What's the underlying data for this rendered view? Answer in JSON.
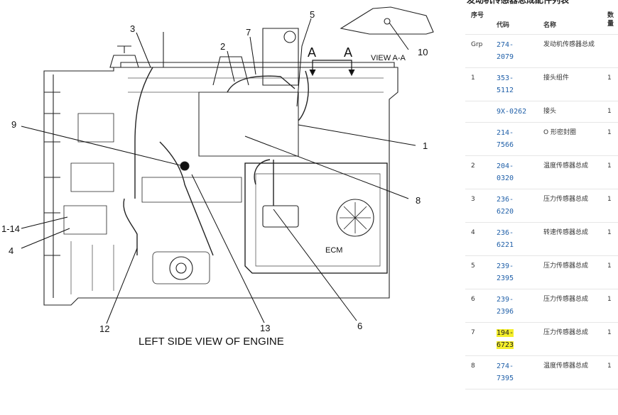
{
  "diagram": {
    "caption": "LEFT SIDE VIEW OF ENGINE",
    "view_label": "VIEW  A-A",
    "section_letter": "A",
    "ecm_label": "ECM",
    "callouts": [
      "1",
      "2",
      "3",
      "4",
      "5",
      "6",
      "7",
      "8",
      "9",
      "10",
      "12",
      "13",
      "1-14"
    ]
  },
  "panel": {
    "title": "发动机传感器总成配件列表",
    "headers": {
      "seq": "序号",
      "code": "代码",
      "name": "名称",
      "qty": "数量"
    },
    "rows": [
      {
        "seq": "Grp",
        "code": "274-2079",
        "name": "发动机传感器总成",
        "qty": ""
      },
      {
        "seq": "1",
        "code": "353-5112",
        "name": "接头组件",
        "qty": "1"
      },
      {
        "seq": "",
        "code": "9X-0262",
        "name": "接头",
        "qty": "1"
      },
      {
        "seq": "",
        "code": "214-7566",
        "name": "O 形密封圈",
        "qty": "1"
      },
      {
        "seq": "2",
        "code": "204-0320",
        "name": "温度传感器总成",
        "qty": "1"
      },
      {
        "seq": "3",
        "code": "236-6220",
        "name": "压力传感器总成",
        "qty": "1"
      },
      {
        "seq": "4",
        "code": "236-6221",
        "name": "转速传感器总成",
        "qty": "1"
      },
      {
        "seq": "5",
        "code": "239-2395",
        "name": "压力传感器总成",
        "qty": "1"
      },
      {
        "seq": "6",
        "code": "239-2396",
        "name": "压力传感器总成",
        "qty": "1"
      },
      {
        "seq": "7",
        "code": "194-6723",
        "name": "压力传感器总成",
        "qty": "1"
      },
      {
        "seq": "8",
        "code": "274-7395",
        "name": "温度传感器总成",
        "qty": "1"
      }
    ]
  },
  "colors": {
    "link": "#1f5fa8",
    "highlight": "#f4ee2a"
  }
}
